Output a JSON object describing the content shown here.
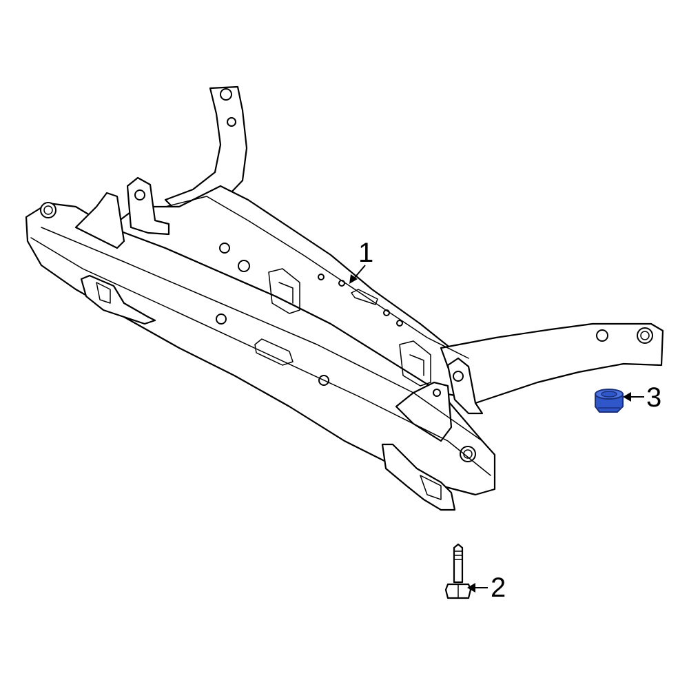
{
  "callouts": [
    {
      "id": "1",
      "label": "1",
      "part": "subframe"
    },
    {
      "id": "2",
      "label": "2",
      "part": "bolt"
    },
    {
      "id": "3",
      "label": "3",
      "part": "nut"
    }
  ],
  "colors": {
    "line": "#000000",
    "background": "#ffffff",
    "highlight_fill": "#2f57c9",
    "highlight_stroke": "#1a2f7a"
  }
}
